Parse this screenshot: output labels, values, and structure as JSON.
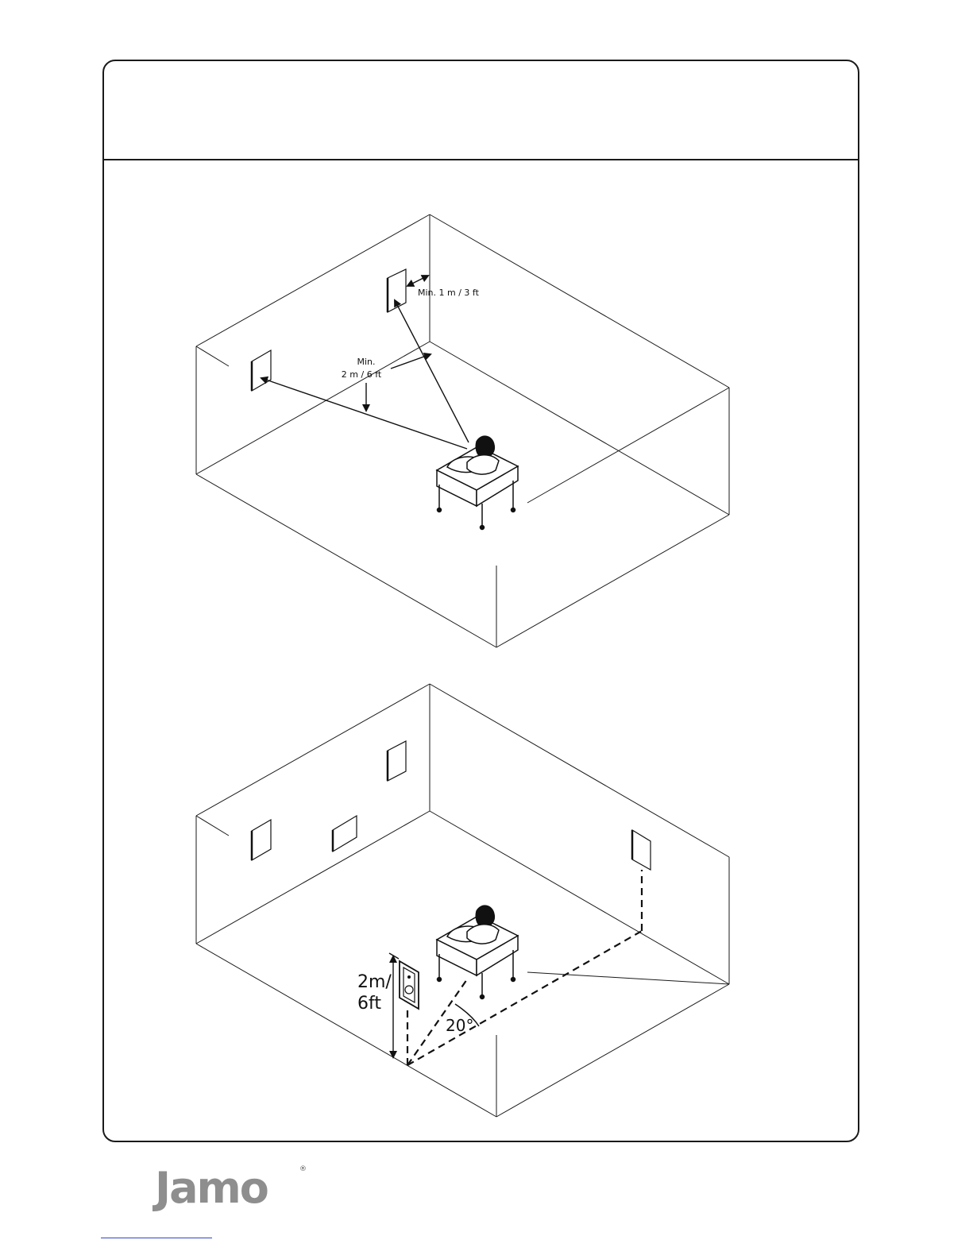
{
  "page": {
    "header_title": ""
  },
  "diagram_top": {
    "label_distance_side": "Min. 1 m / 3 ft",
    "label_distance_listener_line1": "Min.",
    "label_distance_listener_line2": "2 m / 6 ft"
  },
  "diagram_bottom": {
    "label_height_line1": "2m/",
    "label_height_line2": "6ft",
    "label_angle": "20°"
  },
  "brand": {
    "logo_text": "Jamo",
    "registered": "®"
  },
  "colors": {
    "line": "#1a1a1a",
    "logo": "#8e8e8e"
  }
}
